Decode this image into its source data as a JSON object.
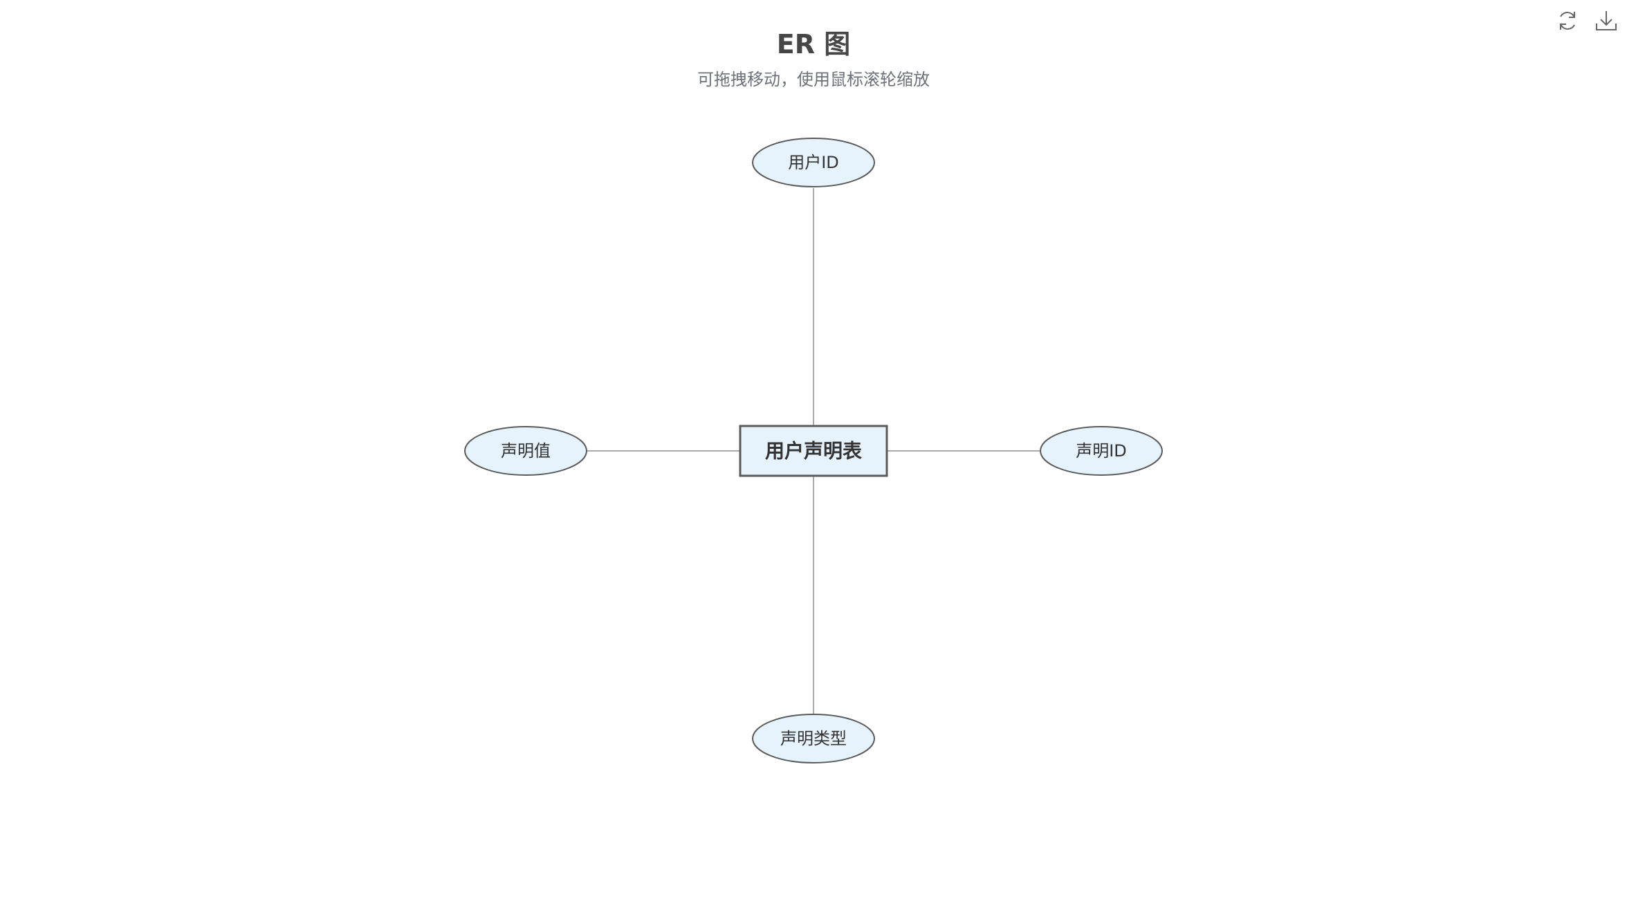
{
  "header": {
    "title": "ER 图",
    "subtitle": "可拖拽移动，使用鼠标滚轮缩放"
  },
  "toolbar": {
    "restore_icon": "refresh-icon",
    "save_icon": "download-icon"
  },
  "diagram": {
    "entity": {
      "label": "用户声明表"
    },
    "attributes": [
      {
        "id": "user-id",
        "label": "用户ID"
      },
      {
        "id": "claim-value",
        "label": "声明值"
      },
      {
        "id": "claim-id",
        "label": "声明ID"
      },
      {
        "id": "claim-type",
        "label": "声明类型"
      }
    ],
    "colors": {
      "node_fill": "#e6f2fc",
      "node_stroke": "#5a5a5a",
      "edge": "#aaaaaa",
      "title": "#464646",
      "subtitle": "#6e7079",
      "icon": "#666666"
    }
  }
}
